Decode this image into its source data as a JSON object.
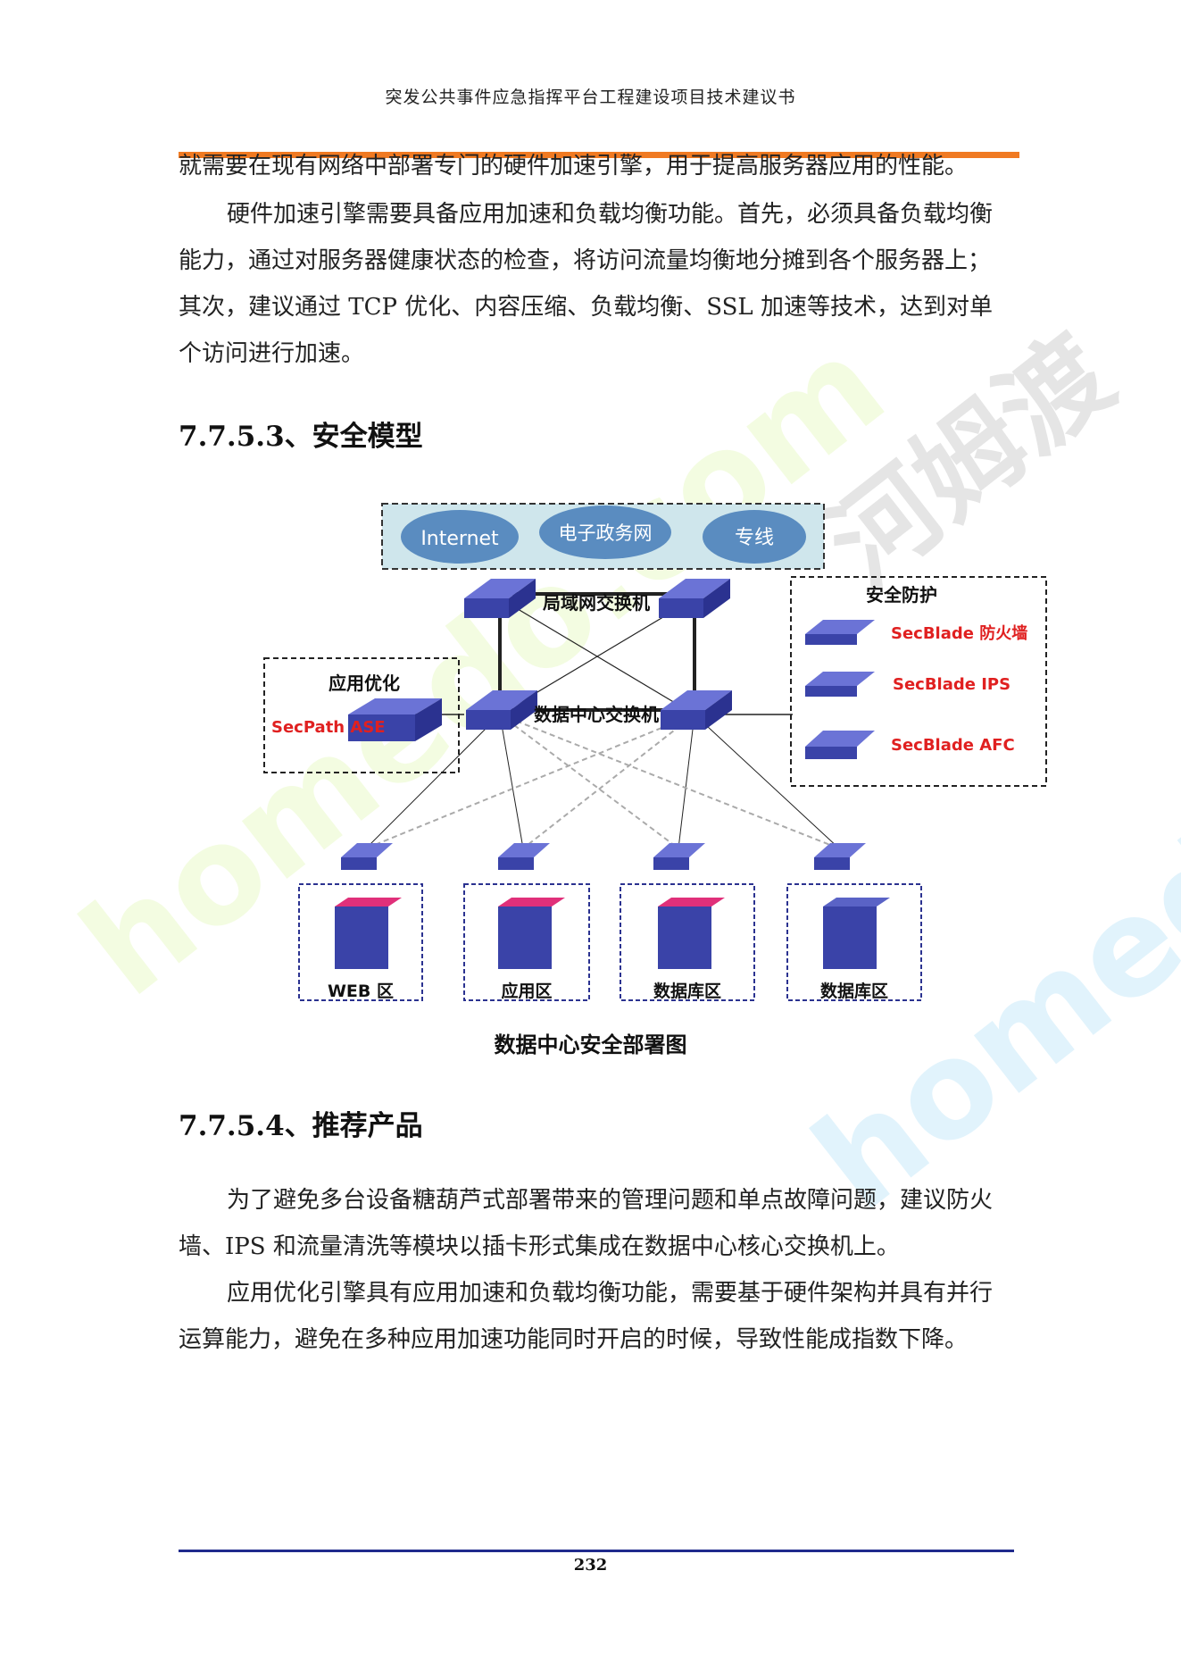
{
  "header": {
    "title": "突发公共事件应急指挥平台工程建设项目技术建议书"
  },
  "paragraphs": {
    "p1": "就需要在现有网络中部署专门的硬件加速引擎，用于提高服务器应用的性能。",
    "p2": "硬件加速引擎需要具备应用加速和负载均衡功能。首先，必须具备负载均衡能力，通过对服务器健康状态的检查，将访问流量均衡地分摊到各个服务器上；其次，建议通过 TCP 优化、内容压缩、负载均衡、SSL 加速等技术，达到对单个访问进行加速。",
    "p3": "为了避免多台设备糖葫芦式部署带来的管理问题和单点故障问题，建议防火墙、IPS 和流量清洗等模块以插卡形式集成在数据中心核心交换机上。",
    "p4": "应用优化引擎具有应用加速和负载均衡功能，需要基于硬件架构并具有并行运算能力，避免在多种应用加速功能同时开启的时候，导致性能成指数下降。"
  },
  "sections": {
    "s1": "7.7.5.3、安全模型",
    "s2": "7.7.5.4、推荐产品"
  },
  "figure": {
    "caption": "数据中心安全部署图",
    "clouds": [
      "Internet",
      "电子政务网",
      "专线"
    ],
    "lan_switch_label": "局域网交换机",
    "dc_switch_label": "数据中心交换机",
    "app_opt": {
      "title": "应用优化",
      "device": "SecPath ASE"
    },
    "security": {
      "title": "安全防护",
      "items": [
        "SecBlade 防火墙",
        "SecBlade IPS",
        "SecBlade AFC"
      ]
    },
    "zones": [
      "WEB 区",
      "应用区",
      "数据库区",
      "数据库区"
    ],
    "colors": {
      "device_blue": "#3a43a8",
      "device_light": "#6b73d6",
      "red_label": "#e02020",
      "cloud": "#5a8cc0",
      "cloud_band": "#cfe6ec"
    }
  },
  "footer": {
    "page_number": "232"
  },
  "watermarks": {
    "a": "homedo.com",
    "b": "homedo.com",
    "c": "河姆渡"
  }
}
